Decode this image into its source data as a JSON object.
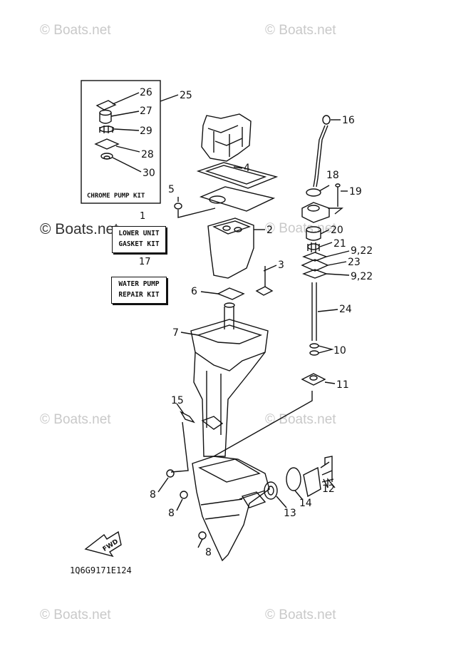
{
  "watermark": "© Boats.net",
  "kits": {
    "chrome_pump_kit": "CHROME PUMP KIT",
    "lower_unit_gasket_kit_num": "1",
    "lower_unit_gasket_kit_line1": "LOWER UNIT",
    "lower_unit_gasket_kit_line2": "GASKET KIT",
    "water_pump_repair_kit_num": "17",
    "water_pump_repair_kit_line1": "WATER PUMP",
    "water_pump_repair_kit_line2": "REPAIR KIT"
  },
  "callouts": {
    "c2": "2",
    "c3": "3",
    "c4": "4",
    "c5": "5",
    "c6": "6",
    "c7": "7",
    "c8a": "8",
    "c8b": "8",
    "c8c": "8",
    "c9_22a": "9,22",
    "c9_22b": "9,22",
    "c10": "10",
    "c11": "11",
    "c12": "12",
    "c13": "13",
    "c14": "14",
    "c15": "15",
    "c16": "16",
    "c18": "18",
    "c19": "19",
    "c20": "20",
    "c21": "21",
    "c23": "23",
    "c24": "24",
    "c25": "25",
    "c26": "26",
    "c27": "27",
    "c28": "28",
    "c29": "29",
    "c30": "30"
  },
  "fwd_label": "FWD",
  "drawing_code": "1Q6G9171E124"
}
